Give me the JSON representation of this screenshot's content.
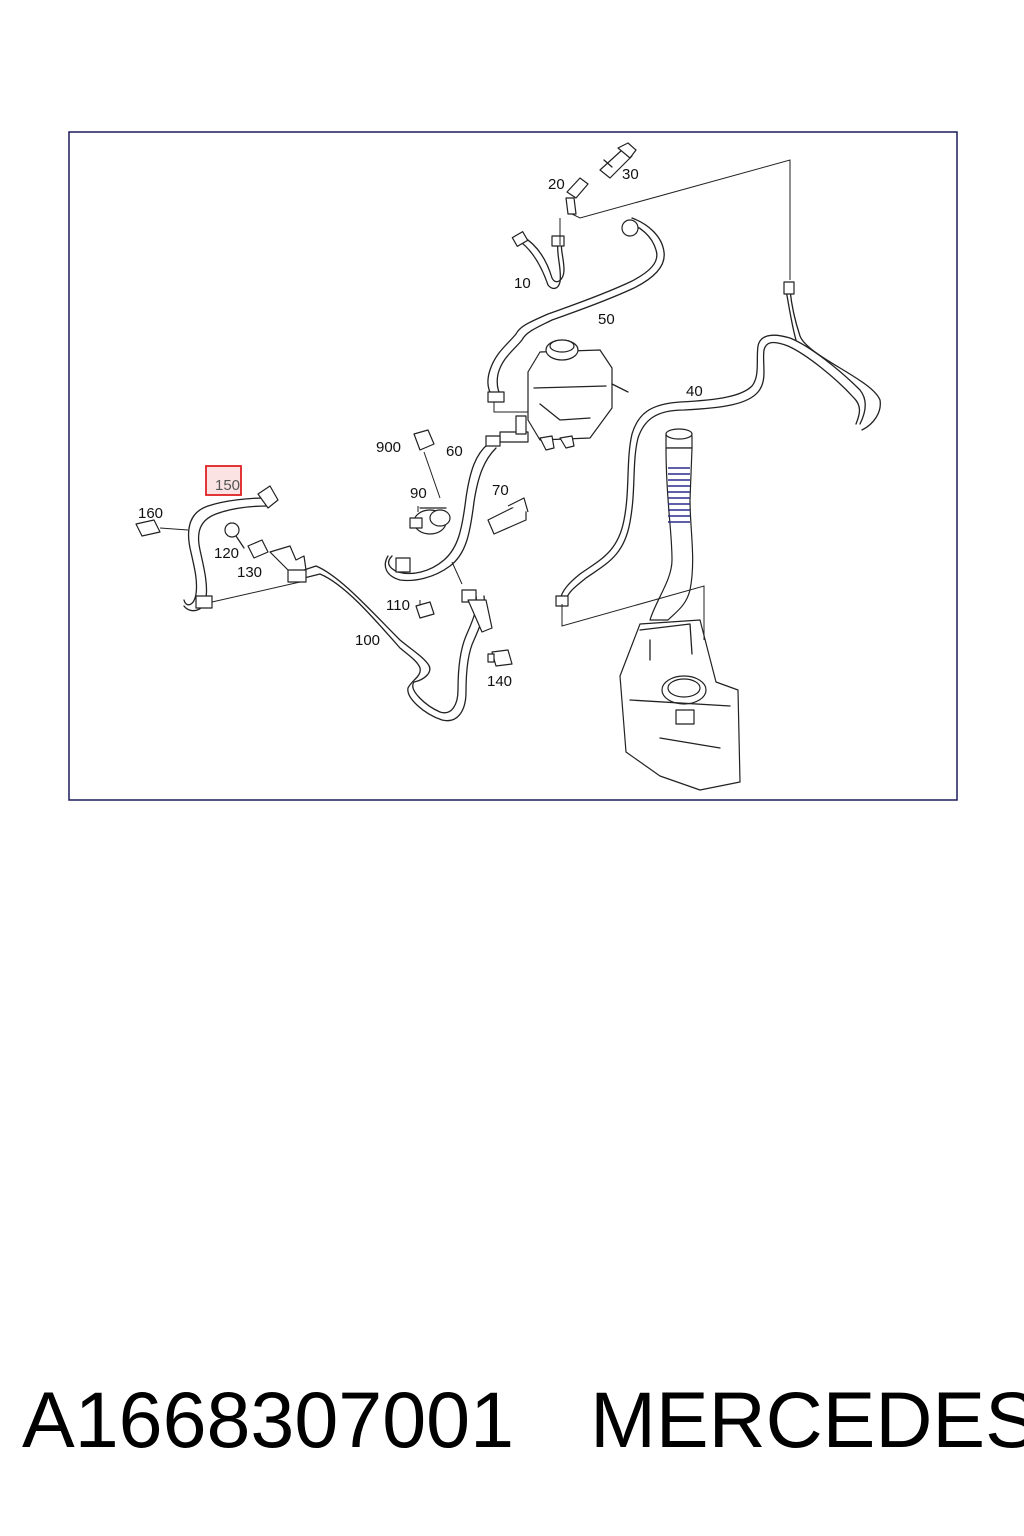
{
  "callouts": {
    "c10": "10",
    "c20": "20",
    "c30": "30",
    "c40": "40",
    "c50": "50",
    "c60": "60",
    "c70": "70",
    "c90": "90",
    "c100": "100",
    "c110": "110",
    "c120": "120",
    "c130": "130",
    "c140": "140",
    "c150": "150",
    "c160": "160",
    "c900": "900"
  },
  "highlighted_callout": "150",
  "caption": {
    "part_number": "A1668307001",
    "brand": "MERCEDES"
  },
  "colors": {
    "frame": "#1a1a5c",
    "highlight": "#e02020",
    "accent_blue": "#2c2c8c"
  }
}
